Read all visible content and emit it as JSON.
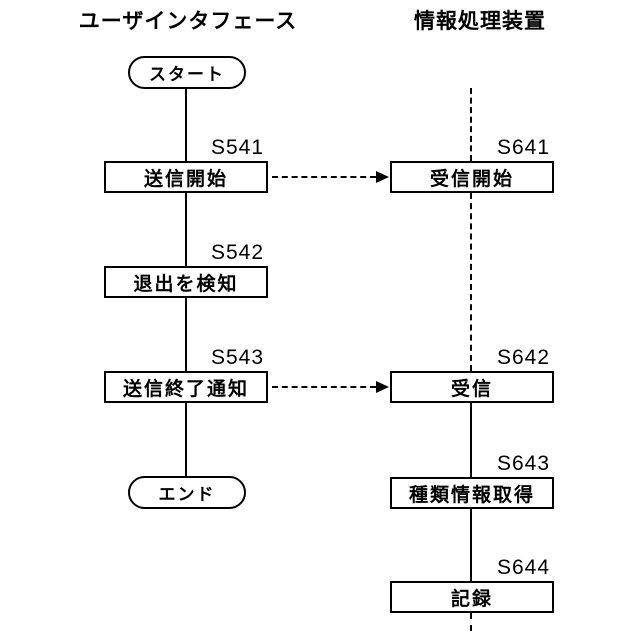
{
  "diagram": {
    "left": {
      "header": "ユーザインタフェース",
      "start_label": "スタート",
      "end_label": "エンド",
      "steps": [
        {
          "id": "S541",
          "label": "送信開始"
        },
        {
          "id": "S542",
          "label": "退出を検知"
        },
        {
          "id": "S543",
          "label": "送信終了通知"
        }
      ]
    },
    "right": {
      "header": "情報処理装置",
      "steps": [
        {
          "id": "S641",
          "label": "受信開始"
        },
        {
          "id": "S642",
          "label": "受信"
        },
        {
          "id": "S643",
          "label": "種類情報取得"
        },
        {
          "id": "S644",
          "label": "記録"
        }
      ]
    },
    "connections": [
      {
        "from": "S541",
        "to": "S641",
        "style": "dashed-arrow"
      },
      {
        "from": "S543",
        "to": "S642",
        "style": "dashed-arrow"
      }
    ],
    "colors": {
      "stroke": "#000000",
      "background": "#ffffff"
    }
  }
}
